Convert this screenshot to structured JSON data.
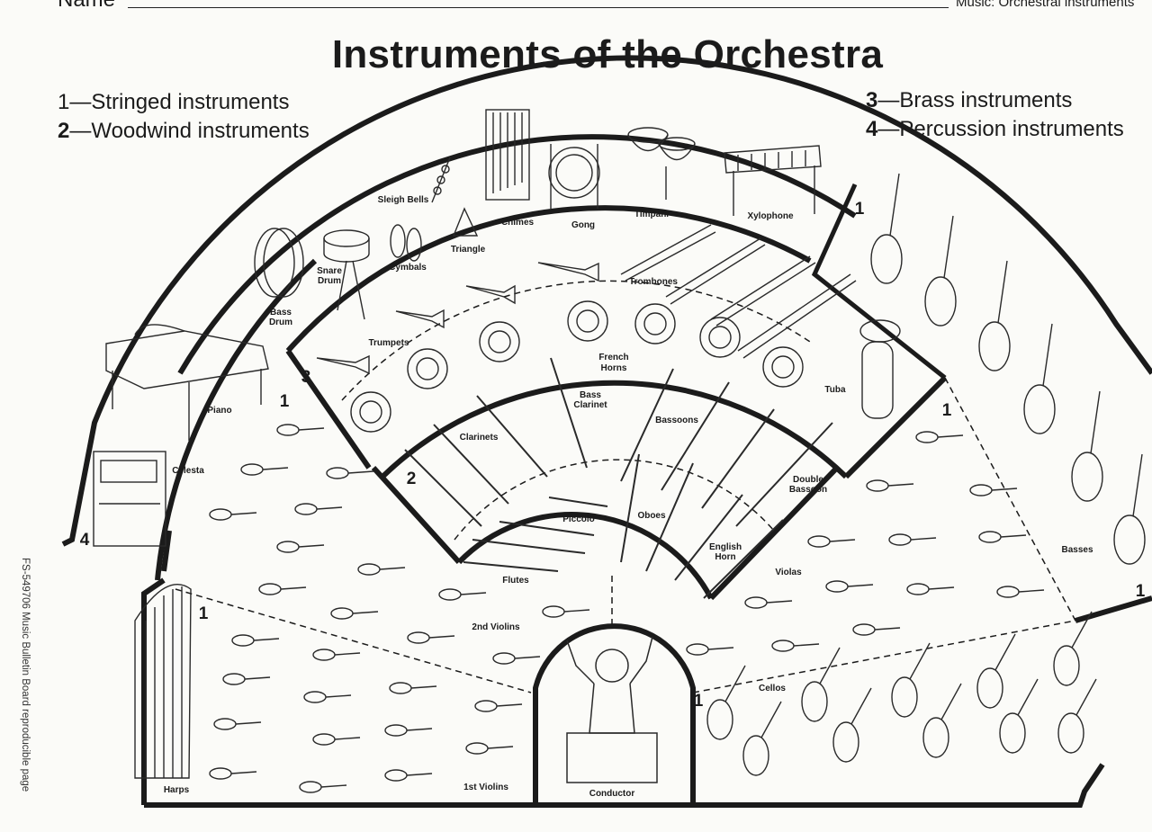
{
  "header": {
    "name_label": "Name",
    "course": "Music: Orchestral instruments",
    "title": "Instruments of the Orchestra"
  },
  "legend": [
    {
      "num": "1",
      "text": "Stringed instruments"
    },
    {
      "num": "2",
      "text": "Woodwind instruments"
    },
    {
      "num": "3",
      "text": "Brass instruments"
    },
    {
      "num": "4",
      "text": "Percussion instruments"
    }
  ],
  "section_numbers": [
    "1",
    "1",
    "1",
    "1",
    "1",
    "1",
    "2",
    "3",
    "4"
  ],
  "labels": {
    "sleigh_bells": "Sleigh Bells",
    "chimes": "Chimes",
    "gong": "Gong",
    "timpani": "Timpani",
    "xylophone": "Xylophone",
    "triangle": "Triangle",
    "cymbals": "Cymbals",
    "snare_drum_1": "Snare",
    "snare_drum_2": "Drum",
    "bass_drum_1": "Bass",
    "bass_drum_2": "Drum",
    "piano": "Piano",
    "celesta": "Celesta",
    "trumpets": "Trumpets",
    "trombones": "Trombones",
    "french_horns_1": "French",
    "french_horns_2": "Horns",
    "tuba": "Tuba",
    "bass_clarinet_1": "Bass",
    "bass_clarinet_2": "Clarinet",
    "clarinets": "Clarinets",
    "bassoons": "Bassoons",
    "double_bassoon_1": "Double",
    "double_bassoon_2": "Bassoon",
    "piccolo": "Piccolo",
    "oboes": "Oboes",
    "english_horn_1": "English",
    "english_horn_2": "Horn",
    "flutes": "Flutes",
    "violas": "Violas",
    "basses": "Basses",
    "cellos": "Cellos",
    "second_violins": "2nd Violins",
    "first_violins": "1st Violins",
    "harps": "Harps",
    "conductor": "Conductor"
  },
  "footer_code": "FS-549706 Music Bulletin Board  reproducible page"
}
